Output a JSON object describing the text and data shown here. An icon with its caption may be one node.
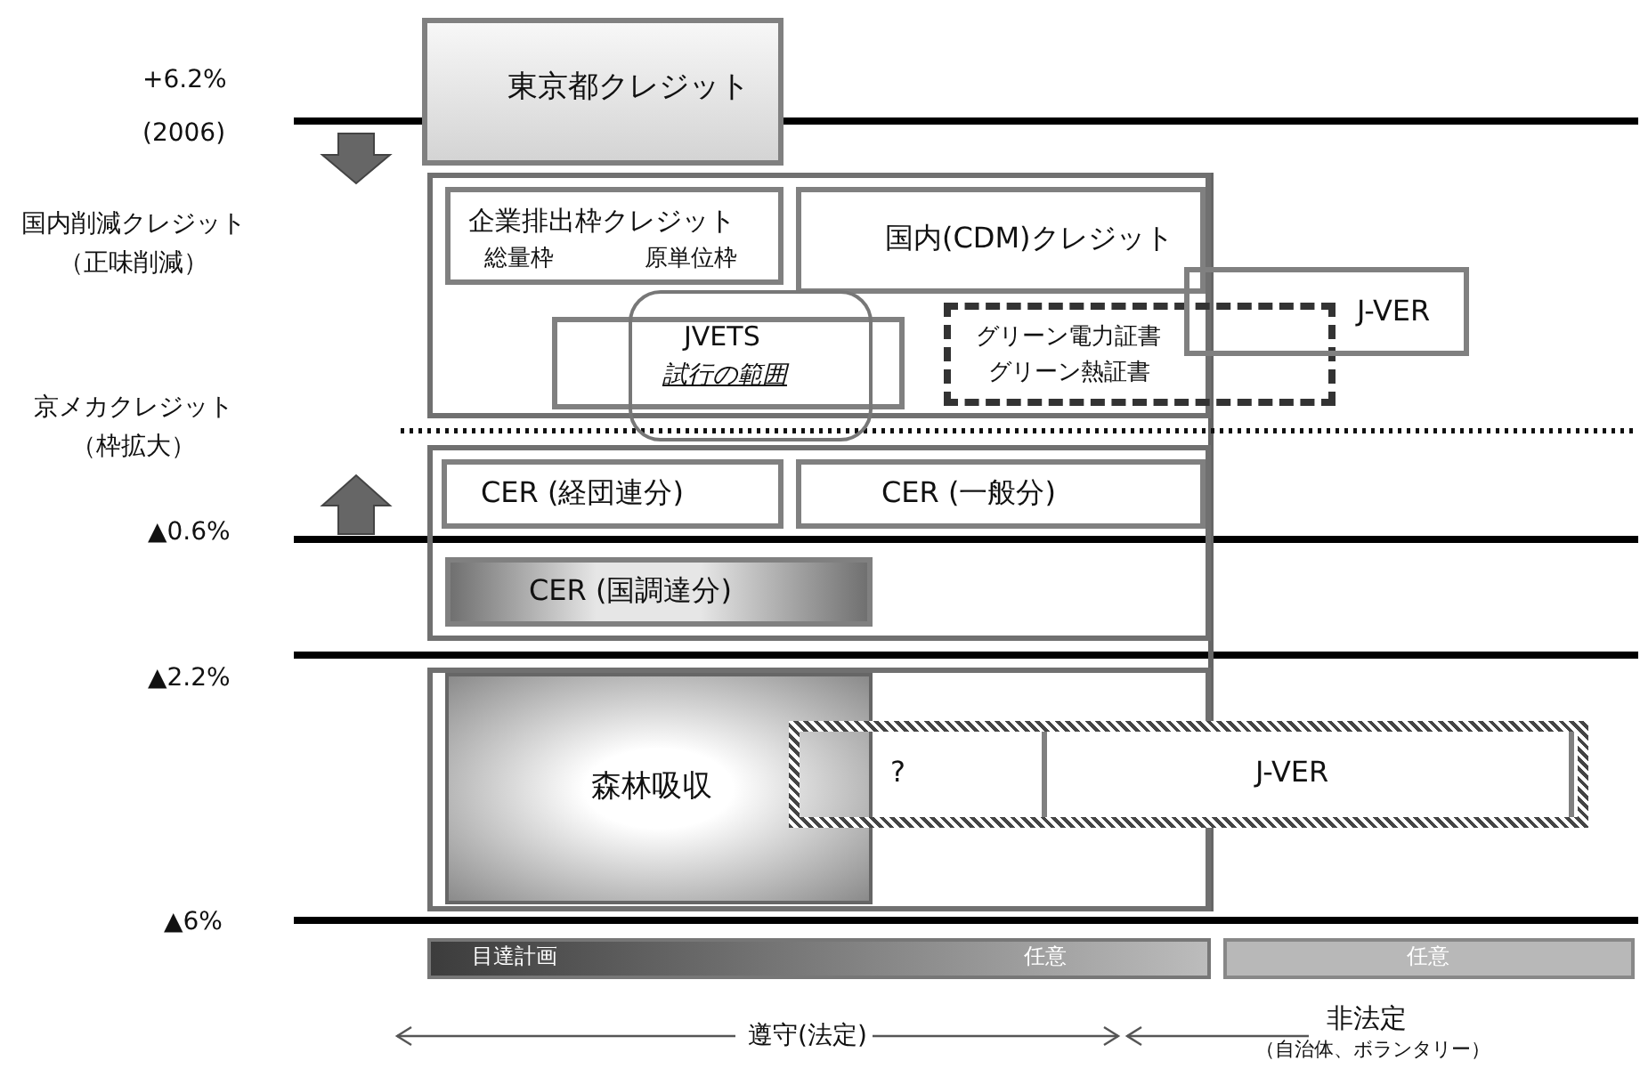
{
  "diagram": {
    "nodes": [
      {
        "text": [
          "東京都クレジット"
        ]
      },
      {
        "text": [],
        "shape": "box"
      },
      {
        "text": [
          "企業排出枠クレジット",
          "総量枠",
          "原単位枠"
        ],
        "in": 1
      },
      {
        "text": [
          "国内(CDM)クレジット"
        ],
        "in": 1
      },
      {
        "text": [
          "JVETS",
          "試行の範囲"
        ],
        "in": 1
      },
      {
        "text": [
          "グリーン電力証書",
          "グリーン熱証書"
        ]
      },
      {
        "text": [
          "J-VER"
        ]
      },
      {
        "text": [],
        "shape": "box"
      },
      {
        "text": [],
        "shape": "box"
      },
      {
        "text": [
          "CER (経団連分)"
        ],
        "in": 8
      },
      {
        "text": [
          "CER (一般分)"
        ],
        "in": 8
      },
      {
        "text": [
          "CER (国調達分)"
        ],
        "in": 8
      },
      {
        "text": [],
        "shape": "box"
      },
      {
        "text": [
          "森林吸収"
        ],
        "in": 12
      },
      {
        "text": [
          "?"
        ]
      },
      {
        "text": [
          "J-VER"
        ],
        "in": 14
      },
      {
        "text": [
          "目達計画",
          "任意"
        ]
      },
      {
        "text": [
          "任意"
        ]
      }
    ],
    "labels": [
      "+6.2% (2006)",
      "国内削減クレジット（正味削減）",
      "京メカクレジット（枠拡大）",
      "▲0.6%",
      "▲2.2%",
      "▲6%",
      "遵守(法定)",
      "非法定",
      "（自治体、ボランタリー）"
    ]
  }
}
